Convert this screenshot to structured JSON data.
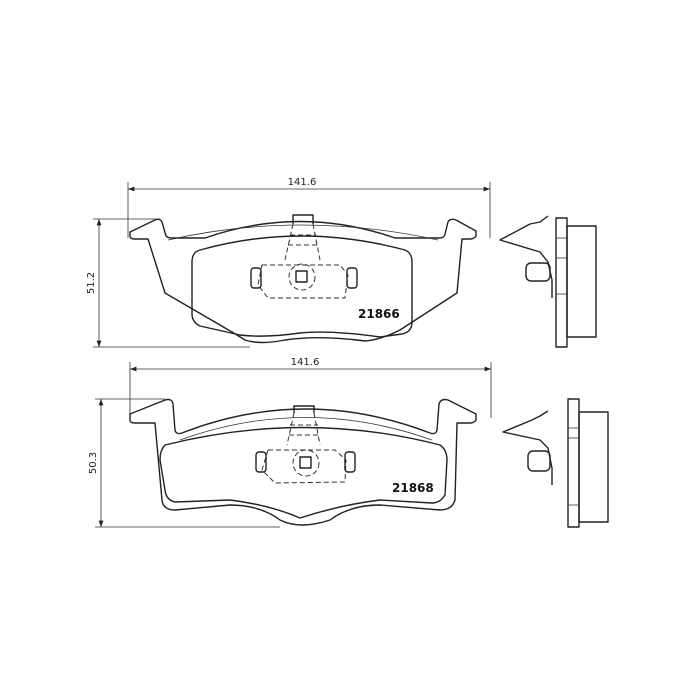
{
  "pads": [
    {
      "part_number": "21866",
      "width_label": "141.6",
      "height_label": "51.2"
    },
    {
      "part_number": "21868",
      "width_label": "141.6",
      "height_label": "50.3"
    }
  ]
}
